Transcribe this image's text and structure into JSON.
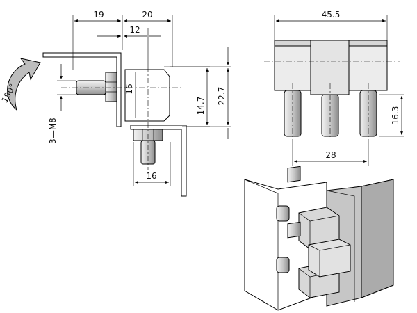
{
  "dimensions": {
    "front_19": "19",
    "front_20": "20",
    "front_12": "12",
    "front_16_vertical": "16",
    "front_16_bottom": "16",
    "front_14_7": "14.7",
    "front_22_7": "22.7",
    "thread": "3—M8",
    "rotation": "180°",
    "side_45_5": "45.5",
    "side_16_3": "16.3",
    "side_28": "28"
  },
  "colors": {
    "line": "#000000",
    "fill_light": "#e6e6e6",
    "fill_mid": "#d2d2d2",
    "fill_dark": "#9a9a9a",
    "bolt": "#bfbfbf"
  }
}
